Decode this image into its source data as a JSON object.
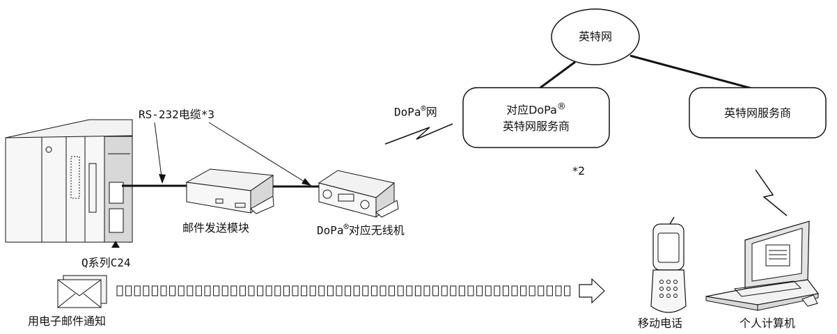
{
  "cloud": {
    "label": "英特网"
  },
  "dopa_provider": {
    "line1": "对应DoPa",
    "mark": "®",
    "line2": "英特网服务商"
  },
  "isp": {
    "label": "英特网服务商"
  },
  "note_2": "*2",
  "dopa_network": {
    "text": "DoPa",
    "mark": "®",
    "suffix": "网"
  },
  "cable_label": "RS-232电缆*3",
  "mail_module_label": "邮件发送模块",
  "wireless": {
    "prefix": "DoPa",
    "mark": "®",
    "suffix": "对应无线机"
  },
  "q_series_label": "Q系列C24",
  "email_notice_label": "用电子邮件通知",
  "mobile_label": "移动电话",
  "pc_label": "个人计算机",
  "colors": {
    "line": "#111111",
    "device_fill": "#f2f2f2",
    "device_shade": "#c8c8c8"
  }
}
